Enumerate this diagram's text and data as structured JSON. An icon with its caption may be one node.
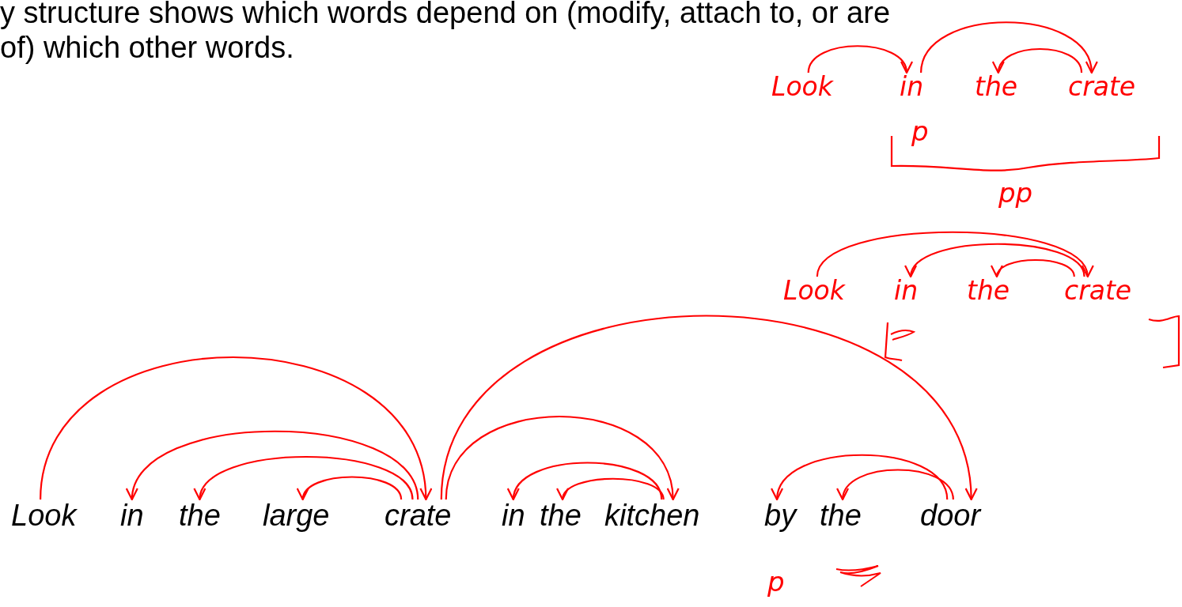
{
  "diagram": {
    "nodes": [
      {
        "text": [
          "Look"
        ]
      },
      {
        "text": [
          "in"
        ]
      },
      {
        "text": [
          "the"
        ]
      },
      {
        "text": [
          "crate"
        ]
      },
      {
        "text": [
          "Look"
        ]
      },
      {
        "text": [
          "in"
        ]
      },
      {
        "text": [
          "the"
        ]
      },
      {
        "text": [
          "crate"
        ]
      },
      {
        "text": [
          "Look"
        ]
      },
      {
        "text": [
          "in"
        ]
      },
      {
        "text": [
          "the"
        ]
      },
      {
        "text": [
          "large"
        ]
      },
      {
        "text": [
          "crate"
        ]
      },
      {
        "text": [
          "in"
        ]
      },
      {
        "text": [
          "the"
        ]
      },
      {
        "text": [
          "kitchen"
        ]
      },
      {
        "text": [
          "by"
        ]
      },
      {
        "text": [
          "the"
        ]
      },
      {
        "text": [
          "door"
        ]
      }
    ],
    "edges": [
      {
        "from": 0,
        "to": 1,
        "arrow": "to"
      },
      {
        "from": 1,
        "to": 3,
        "arrow": "to"
      },
      {
        "from": 3,
        "to": 2,
        "arrow": "to"
      },
      {
        "from": 4,
        "to": 7,
        "arrow": "to"
      },
      {
        "from": 7,
        "to": 5,
        "arrow": "to"
      },
      {
        "from": 7,
        "to": 6,
        "arrow": "to"
      },
      {
        "from": 8,
        "to": 12,
        "arrow": "to"
      },
      {
        "from": 12,
        "to": 9,
        "arrow": "to"
      },
      {
        "from": 12,
        "to": 10,
        "arrow": "to"
      },
      {
        "from": 12,
        "to": 11,
        "arrow": "to"
      },
      {
        "from": 12,
        "to": 15,
        "arrow": "to"
      },
      {
        "from": 15,
        "to": 13,
        "arrow": "to"
      },
      {
        "from": 15,
        "to": 14,
        "arrow": "to"
      },
      {
        "from": 12,
        "to": 18,
        "arrow": "to"
      },
      {
        "from": 18,
        "to": 16,
        "arrow": "to"
      },
      {
        "from": 18,
        "to": 17,
        "arrow": "to"
      }
    ],
    "labels": [
      "y structure shows which words depend on (modify, attach to, or are",
      "of) which other words.",
      "p",
      "pp",
      "p"
    ]
  }
}
